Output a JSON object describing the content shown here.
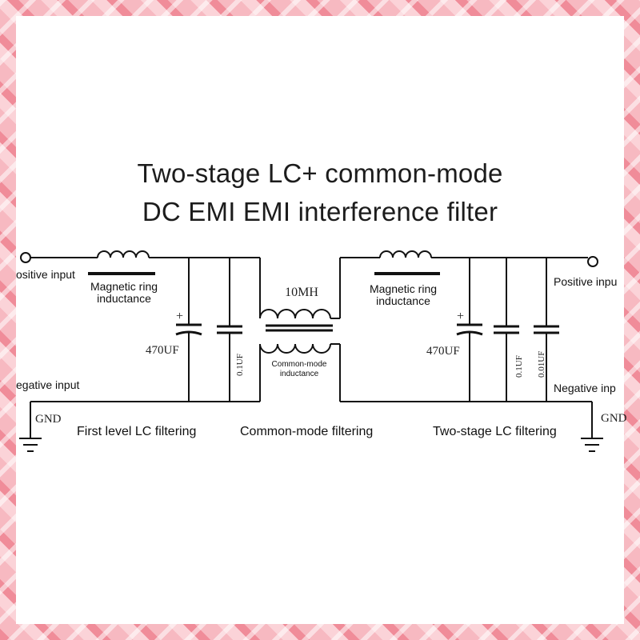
{
  "title": {
    "line1": "Two-stage LC+ common-mode",
    "line2": "DC EMI EMI interference filter"
  },
  "labels": {
    "positive_input_left": "ositive input",
    "negative_input_left": "egative input",
    "gnd_left": "GND",
    "magnetic_ring_left_1": "Magnetic ring",
    "magnetic_ring_left_2": "inductance",
    "cap_470uf_left": "470UF",
    "cap_01uf_left": "0.1UF",
    "cm_inductor_value": "10MH",
    "cm_inductance_1": "Common-mode",
    "cm_inductance_2": "inductance",
    "magnetic_ring_right_1": "Magnetic ring",
    "magnetic_ring_right_2": "inductance",
    "cap_470uf_right": "470UF",
    "cap_01uf_right": "0.1UF",
    "cap_001uf_right": "0.01UF",
    "positive_input_right": "Positive inpu",
    "negative_input_right": "Negative inp",
    "gnd_right": "GND"
  },
  "sections": {
    "first": "First level LC filtering",
    "common": "Common-mode filtering",
    "second": "Two-stage LC filtering"
  },
  "colors": {
    "border": "#f4a7b0",
    "panel": "#ffffff",
    "ink": "#111111"
  }
}
